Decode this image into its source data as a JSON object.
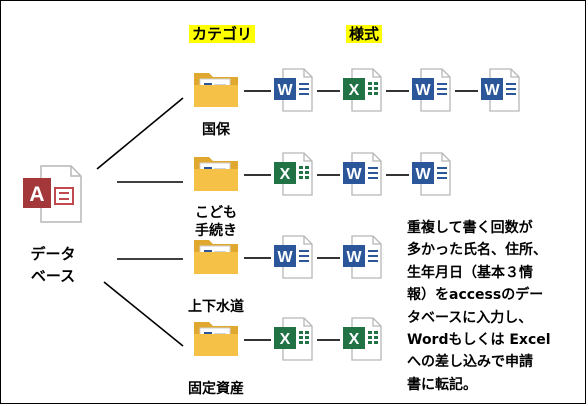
{
  "headers": {
    "category": "カテゴリ",
    "format": "様式"
  },
  "database": {
    "label_line1": "データ",
    "label_line2": "ベース",
    "icon": "access-icon",
    "color": "#A4373A"
  },
  "categories": [
    {
      "label_lines": [
        "国保"
      ],
      "docs": [
        "word",
        "excel",
        "word",
        "word"
      ]
    },
    {
      "label_lines": [
        "こども",
        "手続き"
      ],
      "docs": [
        "excel",
        "word",
        "word"
      ]
    },
    {
      "label_lines": [
        "上下水道"
      ],
      "docs": [
        "word",
        "word"
      ]
    },
    {
      "label_lines": [
        "固定資産"
      ],
      "docs": [
        "excel",
        "excel"
      ]
    }
  ],
  "note_lines": [
    "重複して書く回数が",
    "多かった氏名、住所、",
    "生年月日（基本３情",
    "報）をaccessのデー",
    "タベースに入力し、",
    "Wordもしくは Excel",
    "への差し込みで申請",
    "書に転記。"
  ],
  "icon_letters": {
    "word": "W",
    "excel": "X",
    "access": "A"
  },
  "colors": {
    "word": "#2B579A",
    "excel": "#217346",
    "folder": "#F5C247",
    "folder_dark": "#E0A82E",
    "highlight": "#FFFF00"
  }
}
